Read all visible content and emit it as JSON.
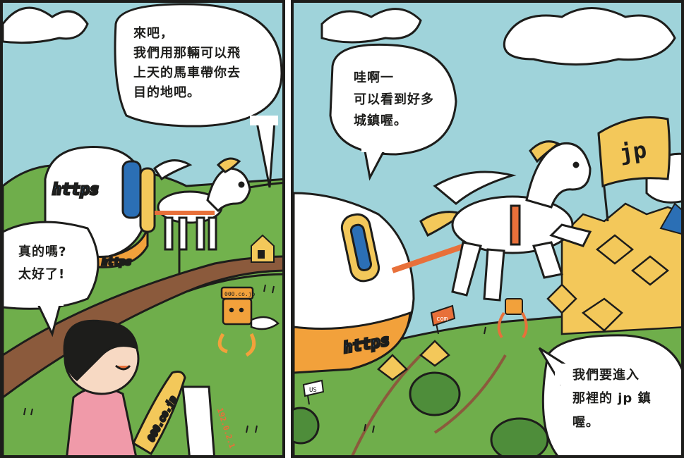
{
  "panels": {
    "left": {
      "bubble_top": [
        "來吧，",
        "我們用那輛可以飛",
        "上天的馬車帶你去",
        "目的地吧。"
      ],
      "bubble_left": [
        "真的嗎?",
        "太好了!"
      ],
      "carriage_label_top": "https",
      "carriage_label_bottom": "https",
      "helper_label": "000.co.jp",
      "scroll_label": "000.co.jp",
      "paper_label": "192.0.2.1"
    },
    "right": {
      "bubble_top": [
        "哇啊一",
        "可以看到好多",
        "城鎮喔。"
      ],
      "bubble_bottom": [
        "我們要進入",
        "那裡的 jp 鎮",
        "喔。"
      ],
      "flag_label": "jp",
      "carriage_label": "https",
      "sign_com_label": "com",
      "sign_us_label": "US",
      "sign_jp_label": "jp"
    }
  },
  "colors": {
    "sky": "#9fd3da",
    "grass": "#6fae4b",
    "grass_dark": "#4e8d3a",
    "road": "#8b5a3c",
    "cloud": "#ffffff",
    "ink": "#1d1d1b",
    "gold": "#f3c85a",
    "carriage_blue": "#2b6fb5",
    "carriage_orange": "#f2a13b",
    "shirt_pink": "#f09aa9",
    "harness_orange": "#e8703a"
  }
}
